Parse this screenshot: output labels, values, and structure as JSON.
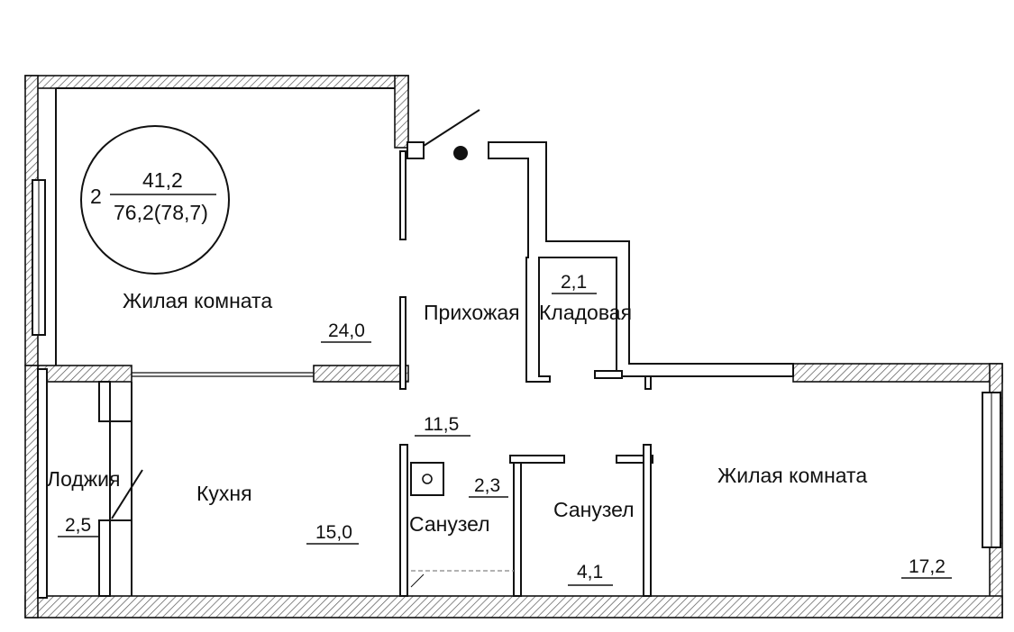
{
  "badge": {
    "rooms": "2",
    "living_area": "41,2",
    "total_area": "76,2(78,7)"
  },
  "rooms": [
    {
      "id": "living-room-1",
      "name": "Жилая комната",
      "area": "24,0"
    },
    {
      "id": "hallway",
      "name": "Прихожая",
      "area": "11,5"
    },
    {
      "id": "storage",
      "name": "Кладовая",
      "area": "2,1"
    },
    {
      "id": "loggia",
      "name": "Лоджия",
      "area": "2,5"
    },
    {
      "id": "kitchen",
      "name": "Кухня",
      "area": "15,0"
    },
    {
      "id": "bathroom-1",
      "name": "Санузел",
      "area": "2,3"
    },
    {
      "id": "bathroom-2",
      "name": "Санузел",
      "area": "4,1"
    },
    {
      "id": "living-room-2",
      "name": "Жилая комната",
      "area": "17,2"
    }
  ]
}
